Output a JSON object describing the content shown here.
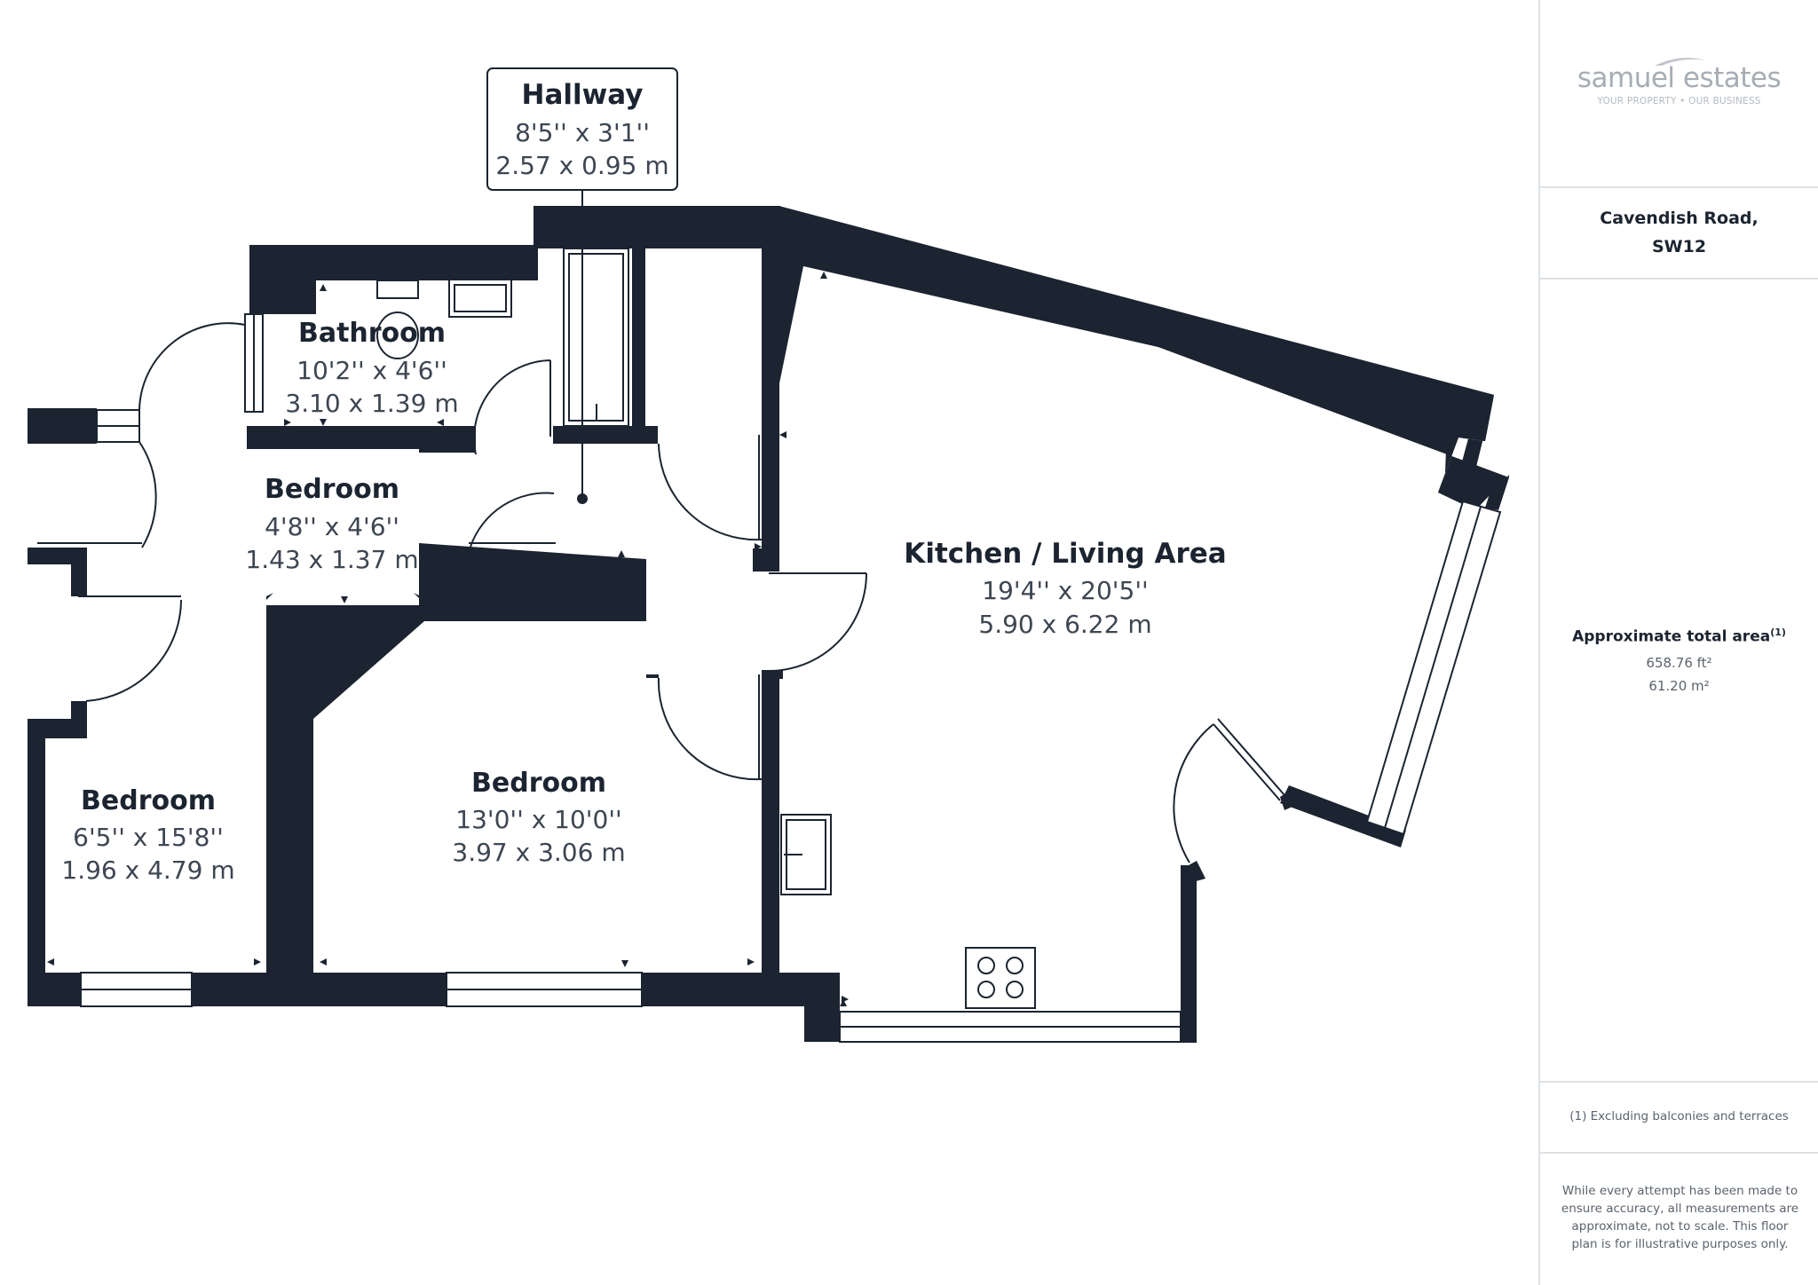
{
  "rooms": {
    "hallway": {
      "name": "Hallway",
      "imperial": "8'5'' x 3'1''",
      "metric": "2.57 x 0.95 m"
    },
    "bathroom": {
      "name": "Bathroom",
      "imperial": "10'2'' x 4'6''",
      "metric": "3.10 x 1.39 m"
    },
    "bedroom_small": {
      "name": "Bedroom",
      "imperial": "4'8'' x 4'6''",
      "metric": "1.43 x 1.37 m"
    },
    "kitchen": {
      "name": "Kitchen / Living Area",
      "imperial": "19'4'' x 20'5''",
      "metric": "5.90 x 6.22 m"
    },
    "bedroom_left": {
      "name": "Bedroom",
      "imperial": "6'5'' x 15'8''",
      "metric": "1.96 x 4.79 m"
    },
    "bedroom_middle": {
      "name": "Bedroom",
      "imperial": "13'0'' x 10'0''",
      "metric": "3.97 x 3.06 m"
    }
  },
  "panel": {
    "logo_name": "samuel estates",
    "logo_tagline": "YOUR PROPERTY • OUR BUSINESS",
    "address_line1": "Cavendish Road,",
    "address_line2": "SW12",
    "area_title": "Approximate total area",
    "area_title_sup": "(1)",
    "area_sqft": "658.76 ft²",
    "area_sqm": "61.20 m²",
    "footnote": "(1) Excluding balconies and terraces",
    "disclaimer": "While every attempt has been made to ensure accuracy, all measurements are approximate, not to scale. This floor plan is for illustrative purposes only."
  },
  "colors": {
    "wall": "#1b2430",
    "panel_border": "#dde1e5",
    "muted_text": "#5b636d",
    "logo": "#a7adb4"
  }
}
